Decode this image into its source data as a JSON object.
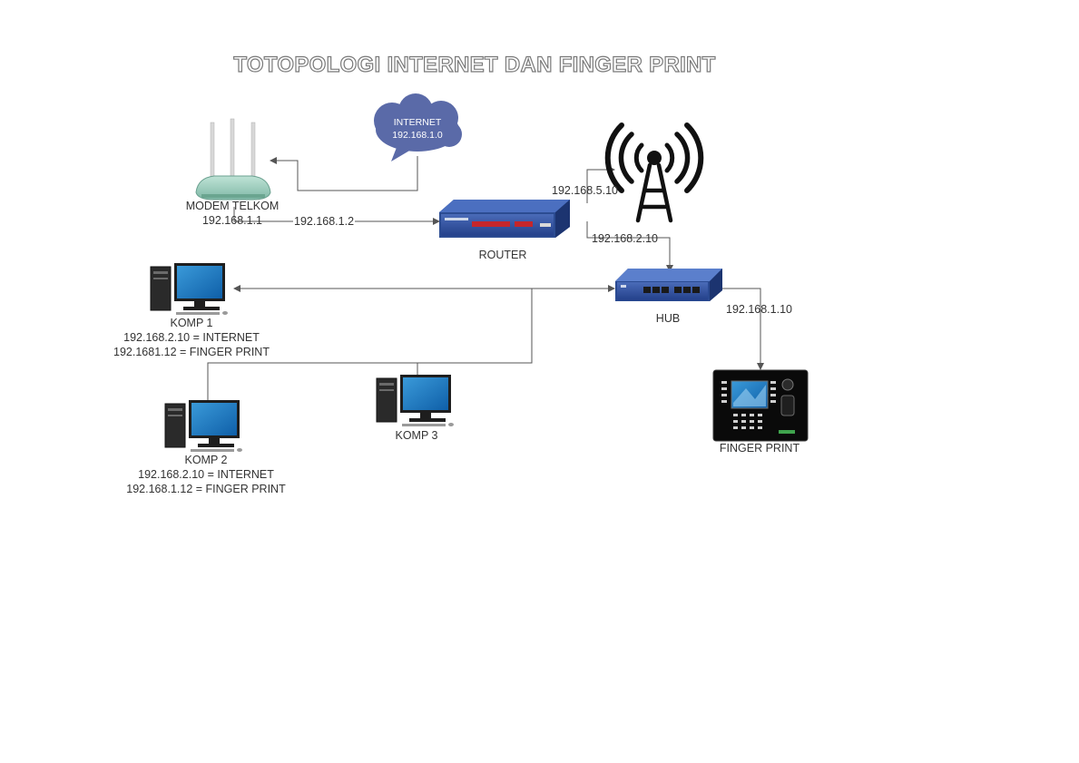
{
  "title": "TOTOPOLOGI INTERNET DAN FINGER PRINT",
  "nodes": {
    "internet": {
      "line1": "INTERNET",
      "line2": "192.168.1.0",
      "icon": "cloud-icon",
      "color": "#5a6aa8"
    },
    "modem": {
      "name": "MODEM TELKOM",
      "ip": "192.168.1.1",
      "icon": "wifi-router-icon"
    },
    "router": {
      "name": "ROUTER",
      "icon": "router-icon"
    },
    "tower": {
      "icon": "radio-tower-icon"
    },
    "hub": {
      "name": "HUB",
      "icon": "network-switch-icon"
    },
    "fingerprint": {
      "name": "FINGER PRINT",
      "icon": "fingerprint-terminal-icon"
    },
    "komp1": {
      "name": "KOMP 1",
      "line1": "192.168.2.10 = INTERNET",
      "line2": "192.1681.12 = FINGER PRINT",
      "icon": "desktop-computer-icon"
    },
    "komp2": {
      "name": "KOMP 2",
      "line1": "192.168.2.10 = INTERNET",
      "line2": "192.168.1.12 = FINGER PRINT",
      "icon": "desktop-computer-icon"
    },
    "komp3": {
      "name": "KOMP 3",
      "icon": "desktop-computer-icon"
    }
  },
  "links": {
    "modem_router": "192.168.1.2",
    "router_tower": "192.168.5.10",
    "router_hub": "192.168.2.10",
    "hub_fingerprint": "192.168.1.10"
  }
}
